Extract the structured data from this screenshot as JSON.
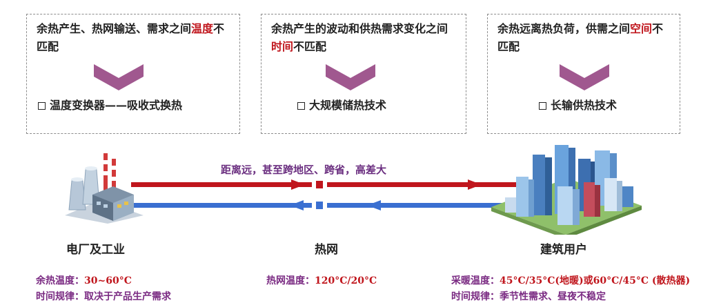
{
  "boxes": [
    {
      "pre": "余热产生、热网输送、需求之间",
      "hl": "温度",
      "post": "不匹配",
      "tech": "温度变换器——吸收式换热"
    },
    {
      "pre": "余热产生的波动和供热需求变化之间",
      "hl": "时间",
      "post": "不匹配",
      "tech": "大规模储热技术"
    },
    {
      "pre": "余热远离热负荷，供需之间",
      "hl": "空间",
      "post": "不匹配",
      "tech": "长输供热技术"
    }
  ],
  "route_label": "距离远，甚至跨地区、跨省，高差大",
  "nodes": {
    "plant": "电厂及工业",
    "network": "热网",
    "building": "建筑用户"
  },
  "info": {
    "plant_temp_label": "余热温度：",
    "plant_temp_value": "30~60°C",
    "plant_time_label": "时间规律：",
    "plant_time_value": "取决于产品生产需求",
    "net_temp_label": "热网温度：",
    "net_temp_value": "120°C/20°C",
    "bld_temp_label": "采暖温度：",
    "bld_temp_value": "45°C/35°C(地暖)或60°C/45°C (散热器)",
    "bld_time_label": "时间规律：",
    "bld_time_value": "季节性需求、昼夜不稳定"
  },
  "colors": {
    "supply": "#c0161d",
    "return": "#3a6fd1",
    "chevron": "#a0588f",
    "highlight": "#c0161d"
  }
}
